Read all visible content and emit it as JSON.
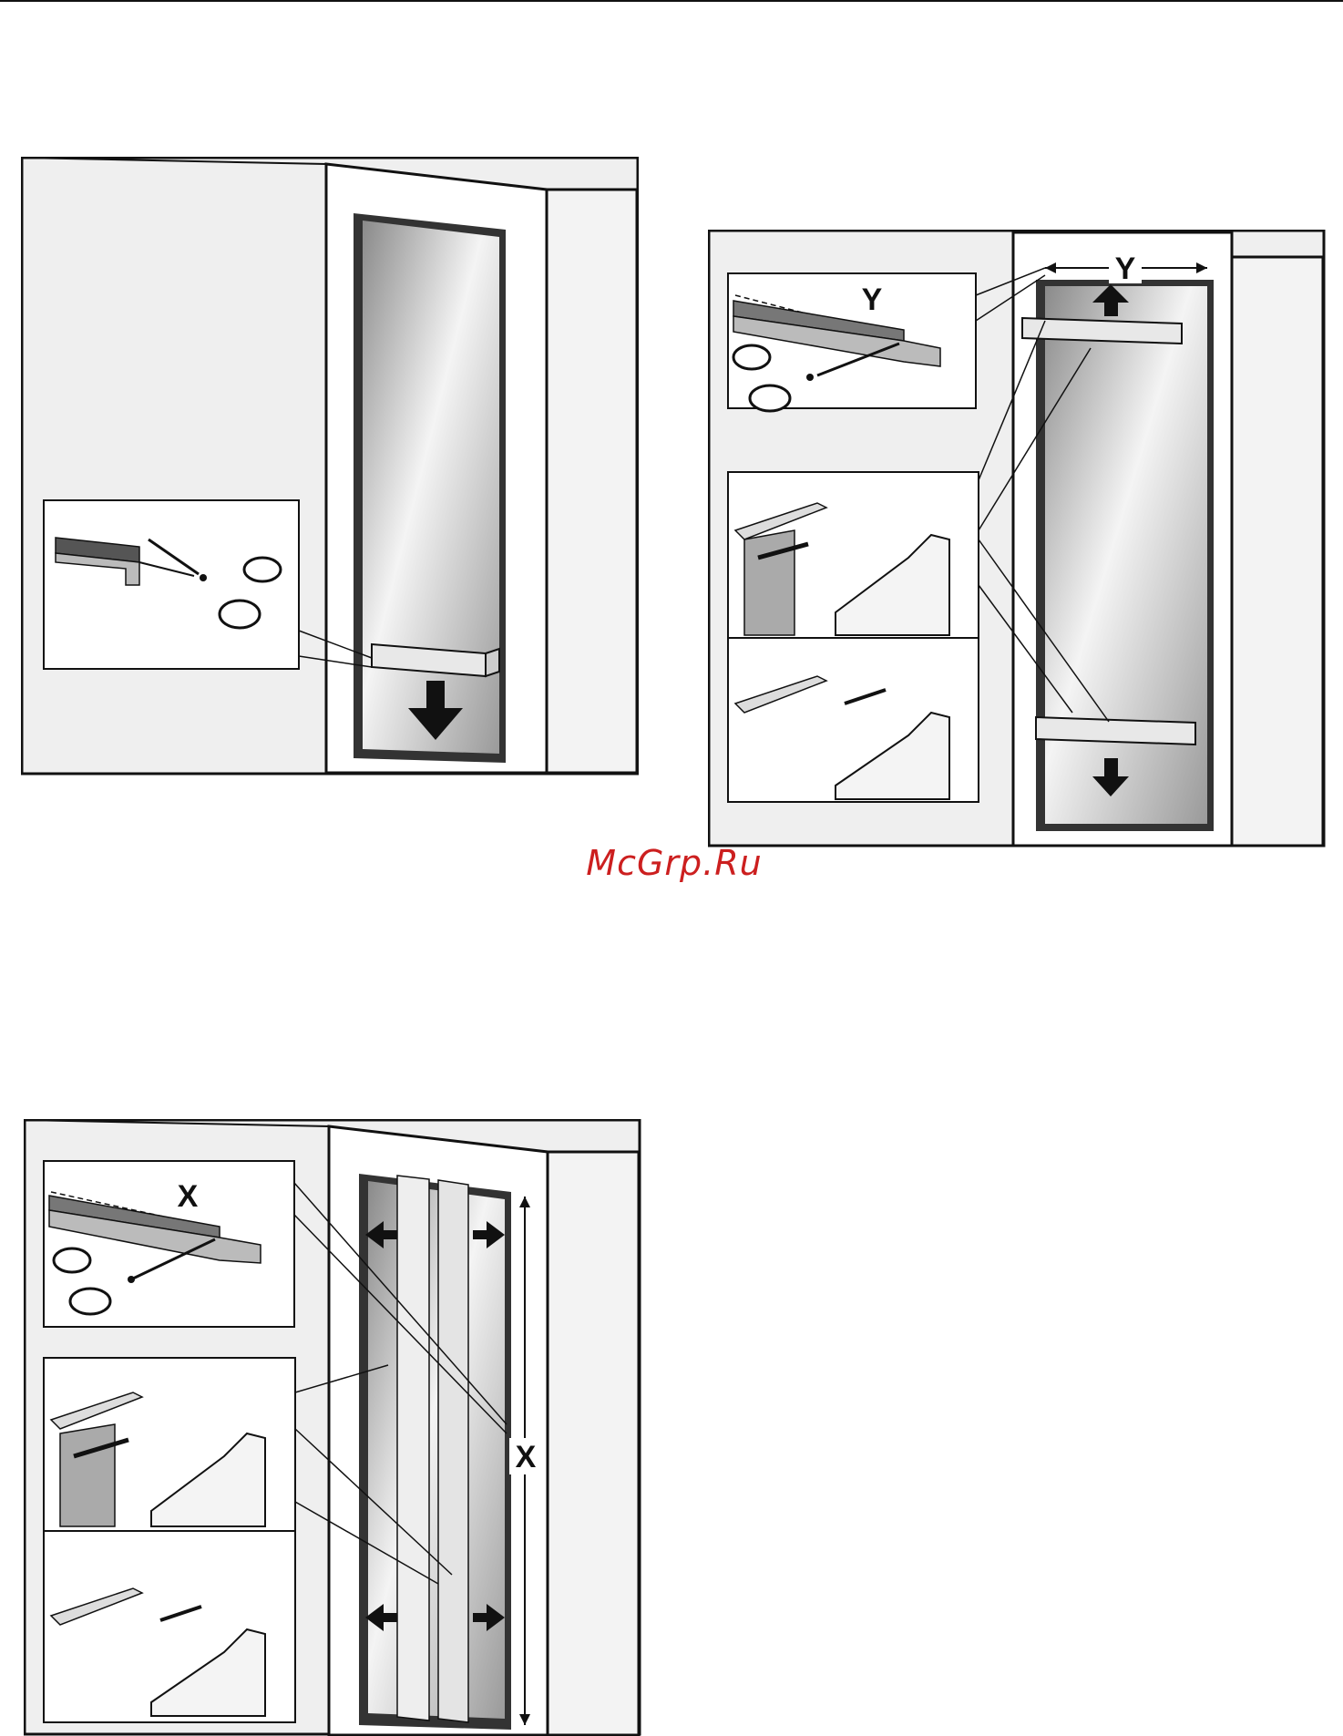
{
  "watermark": "McGrp.Ru",
  "figure2": {
    "label_top": "Y",
    "label_dim": "Y"
  },
  "figure3": {
    "label_top": "X",
    "label_dim": "X"
  },
  "colors": {
    "wall": "#efefef",
    "line": "#111111",
    "watermark": "#cc1f1f"
  }
}
